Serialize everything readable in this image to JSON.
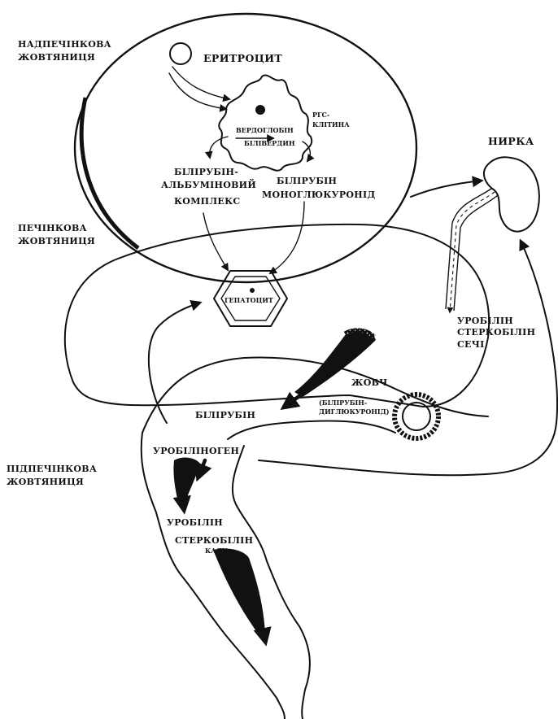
{
  "labels": {
    "prehepatic": [
      "НАДПЕЧІНКОВА",
      "ЖОВТЯНИЦЯ"
    ],
    "hepatic": [
      "ПЕЧІНКОВА",
      "ЖОВТЯНИЦЯ"
    ],
    "posthepatic": [
      "ПІДПЕЧІНКОВА",
      "ЖОВТЯНИЦЯ"
    ],
    "erythrocyte": "ЕРИТРОЦИТ",
    "res_cell": [
      "РГС-",
      "КЛІТИНА"
    ],
    "verdoglobin": "ВЕРДОГЛОБІН",
    "biliverdin": "БІЛІВЕРДИН",
    "albumin_complex": [
      "БІЛІРУБІН-",
      "АЛЬБУМІНОВИЙ",
      "КОМПЛЕКС"
    ],
    "monoglucuronide": [
      "БІЛІРУБІН",
      "МОНОГЛЮКУРОНІД"
    ],
    "kidney": "НИРКА",
    "hepatocyte": "ГЕПАТОЦИТ",
    "urine_pigments": [
      "УРОБІЛІН",
      "СТЕРКОБІЛІН",
      "СЕЧІ"
    ],
    "bile": "ЖОВЧ",
    "diglucuronide": [
      "(БІЛІРУБІН-",
      "ДИГЛЮКУРОНІД)"
    ],
    "bilirubin": "БІЛІРУБІН",
    "urobilinogen": "УРОБІЛІНОГЕН",
    "urobilin": "УРОБІЛІН",
    "stercobilin": "СТЕРКОБІЛІН",
    "feces_label": "КАЛУ"
  }
}
